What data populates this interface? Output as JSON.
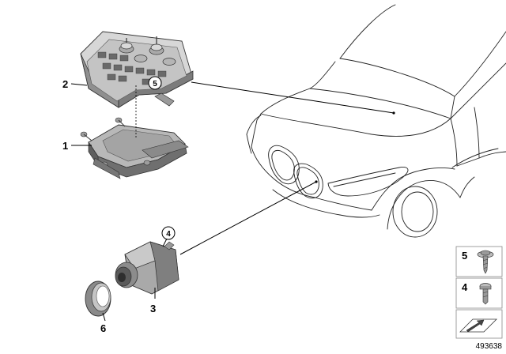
{
  "diagram": {
    "part_callouts": [
      {
        "number": "1"
      },
      {
        "number": "2"
      },
      {
        "number": "3"
      },
      {
        "number": "4"
      },
      {
        "number": "5"
      },
      {
        "number": "6"
      }
    ],
    "hardware_legend": [
      {
        "number": "5",
        "icon": "flange-screw-icon"
      },
      {
        "number": "4",
        "icon": "hex-bolt-icon"
      }
    ],
    "overview_icon": "direction-arrow-icon",
    "document_number": "493638"
  }
}
